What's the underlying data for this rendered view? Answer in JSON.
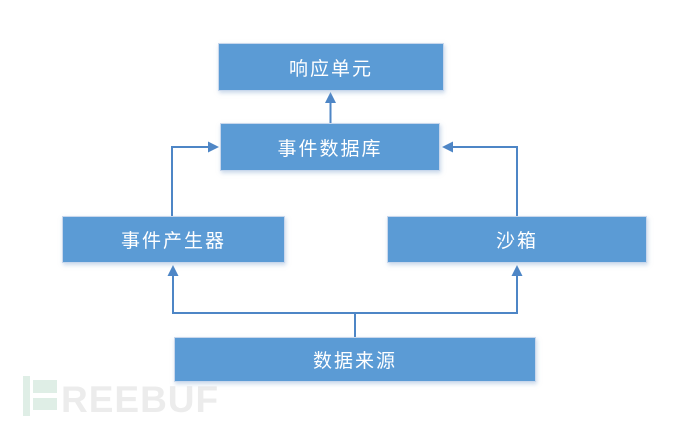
{
  "page": {
    "background_color": "#ffffff"
  },
  "diagram": {
    "type": "flowchart",
    "nodes": {
      "response_unit": {
        "label": "响应单元"
      },
      "event_database": {
        "label": "事件数据库"
      },
      "event_generator": {
        "label": "事件产生器"
      },
      "sandbox": {
        "label": "沙箱"
      },
      "data_source": {
        "label": "数据来源"
      }
    },
    "edges": [
      {
        "from": "event_database",
        "to": "response_unit",
        "direction": "up"
      },
      {
        "from": "event_generator",
        "to": "event_database",
        "direction": "up-then-right"
      },
      {
        "from": "sandbox",
        "to": "event_database",
        "direction": "up-then-left"
      },
      {
        "from": "data_source",
        "to": "event_generator",
        "direction": "branch-left-up"
      },
      {
        "from": "data_source",
        "to": "sandbox",
        "direction": "branch-right-up"
      }
    ],
    "colors": {
      "node_fill": "#5b9bd5",
      "node_border": "#c8d7ec",
      "node_text": "#ffffff",
      "connector": "#4e86c6"
    }
  },
  "watermark": {
    "logo_text": "REEBUF",
    "icon_color": "#dfeee6",
    "text_color": "#ececec"
  }
}
